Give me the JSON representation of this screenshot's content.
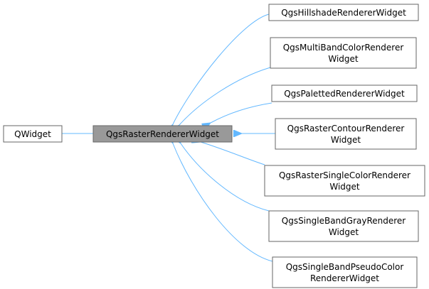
{
  "diagram": {
    "colors": {
      "edge": "#63b8ff",
      "node_border": "#666666",
      "node_fill": "#ffffff",
      "focus_fill": "#999999",
      "text": "#000000"
    },
    "base": {
      "lines": [
        "QWidget"
      ]
    },
    "focus": {
      "lines": [
        "QgsRasterRendererWidget"
      ]
    },
    "children": [
      {
        "lines": [
          "QgsHillshadeRendererWidget"
        ]
      },
      {
        "lines": [
          "QgsMultiBandColorRenderer",
          "Widget"
        ]
      },
      {
        "lines": [
          "QgsPalettedRendererWidget"
        ]
      },
      {
        "lines": [
          "QgsRasterContourRenderer",
          "Widget"
        ]
      },
      {
        "lines": [
          "QgsRasterSingleColorRenderer",
          "Widget"
        ]
      },
      {
        "lines": [
          "QgsSingleBandGrayRenderer",
          "Widget"
        ]
      },
      {
        "lines": [
          "QgsSingleBandPseudoColor",
          "RendererWidget"
        ]
      }
    ]
  }
}
